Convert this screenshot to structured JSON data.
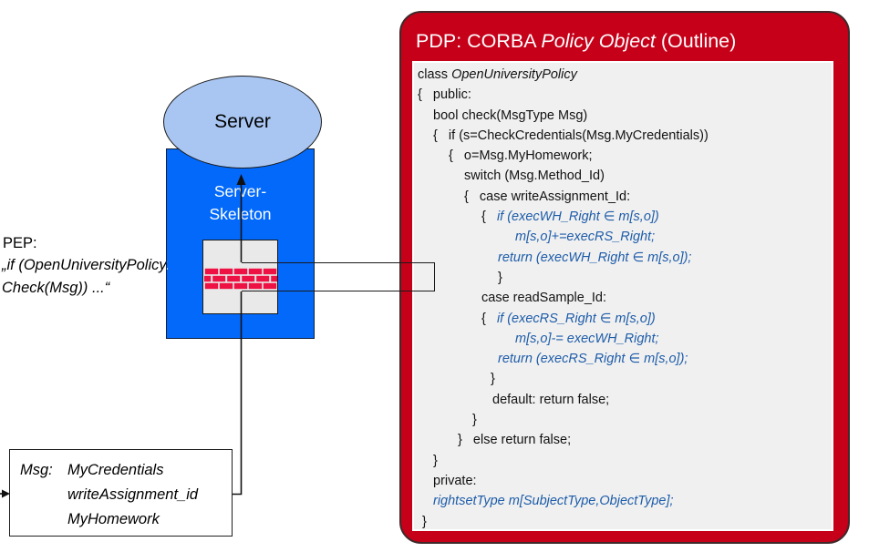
{
  "colors": {
    "server_blue": "#0269FB",
    "ellipse_blue": "#A9C6F2",
    "brick_red": "#EE1143",
    "pdp_red": "#C60019",
    "panel_gray": "#F0F0F0",
    "code_blue": "#1D5CA9"
  },
  "pep": {
    "line1": "PEP:",
    "line2": "„if (OpenUniversityPolicy.",
    "line3": "Check(Msg)) ...“"
  },
  "server": {
    "label": "Server",
    "skeleton_line1": "Server-",
    "skeleton_line2": "Skeleton"
  },
  "msg_box": {
    "label": "Msg:",
    "items": [
      "MyCredentials",
      "writeAssignment_id",
      "MyHomework"
    ]
  },
  "pdp_panel": {
    "title": {
      "prefix": "PDP: CORBA ",
      "italic": "Policy Object",
      "suffix": " (Outline)"
    },
    "code_lines": [
      {
        "i": 0,
        "segs": [
          {
            "t": "class ",
            "s": "k"
          },
          {
            "t": "OpenUniversityPolicy",
            "s": "ki"
          }
        ]
      },
      {
        "i": 0,
        "segs": [
          {
            "t": "{   public:",
            "s": "k"
          }
        ]
      },
      {
        "i": 17,
        "segs": [
          {
            "t": "bool check(MsgType Msg)",
            "s": "k"
          }
        ]
      },
      {
        "i": 17,
        "segs": [
          {
            "t": "{   if (s=CheckCredentials(Msg.MyCredentials))",
            "s": "k"
          }
        ]
      },
      {
        "i": 34,
        "segs": [
          {
            "t": "{   o=Msg.MyHomework;",
            "s": "k"
          }
        ]
      },
      {
        "i": 51,
        "segs": [
          {
            "t": "switch (Msg.Method_Id)",
            "s": "k"
          }
        ]
      },
      {
        "i": 51,
        "segs": [
          {
            "t": "{   case writeAssignment_Id:",
            "s": "k"
          }
        ]
      },
      {
        "i": 70,
        "segs": [
          {
            "t": "{   ",
            "s": "k"
          },
          {
            "t": "if (execWH_Right ∈ m[s,o])",
            "s": "b"
          }
        ]
      },
      {
        "i": 107,
        "segs": [
          {
            "t": "m[s,o]+=execRS_Right;",
            "s": "b"
          }
        ]
      },
      {
        "i": 88,
        "segs": [
          {
            "t": "return (execWH_Right ∈ m[s,o]);",
            "s": "b"
          }
        ]
      },
      {
        "i": 88,
        "segs": [
          {
            "t": "}",
            "s": "k"
          }
        ]
      },
      {
        "i": 70,
        "segs": [
          {
            "t": "case readSample_Id:",
            "s": "k"
          }
        ]
      },
      {
        "i": 70,
        "segs": [
          {
            "t": "{   ",
            "s": "k"
          },
          {
            "t": "if (execRS_Right ∈ m[s,o])",
            "s": "b"
          }
        ]
      },
      {
        "i": 107,
        "segs": [
          {
            "t": "m[s,o]-= execWH_Right;",
            "s": "b"
          }
        ]
      },
      {
        "i": 88,
        "segs": [
          {
            "t": "return (execRS_Right ∈ m[s,o]);",
            "s": "b"
          }
        ]
      },
      {
        "i": 80,
        "segs": [
          {
            "t": "}",
            "s": "k"
          }
        ]
      },
      {
        "i": 82,
        "segs": [
          {
            "t": "default: return false;",
            "s": "k"
          }
        ]
      },
      {
        "i": 60,
        "segs": [
          {
            "t": "}",
            "s": "k"
          }
        ]
      },
      {
        "i": 44,
        "segs": [
          {
            "t": "}   else return false;",
            "s": "k"
          }
        ]
      },
      {
        "i": 17,
        "segs": [
          {
            "t": "}",
            "s": "k"
          }
        ]
      },
      {
        "i": 17,
        "segs": [
          {
            "t": "private:",
            "s": "k"
          }
        ]
      },
      {
        "i": 17,
        "segs": [
          {
            "t": "rightsetType m[SubjectType,ObjectType];",
            "s": "b"
          }
        ]
      },
      {
        "i": 5,
        "segs": [
          {
            "t": "}",
            "s": "k"
          }
        ]
      }
    ]
  }
}
